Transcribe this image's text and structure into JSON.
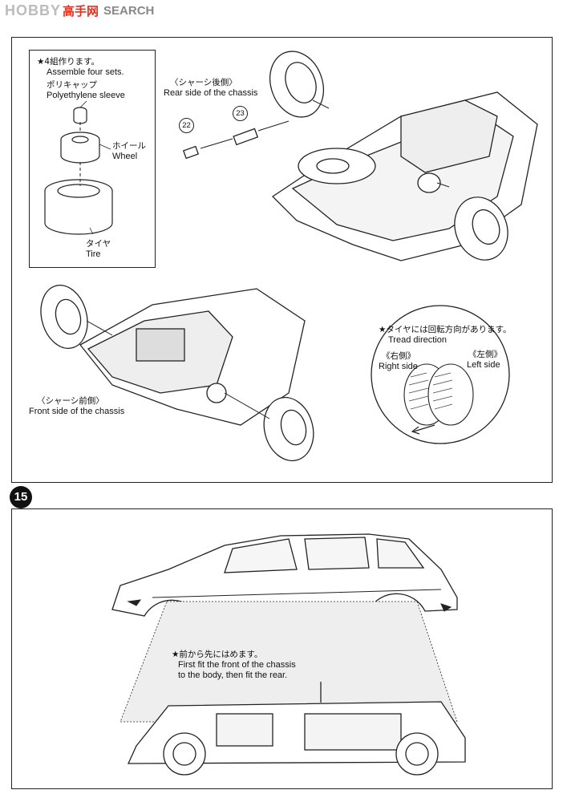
{
  "watermark": {
    "logo": "HOBBY",
    "cn": "高手网",
    "search": "SEARCH"
  },
  "step14": {
    "inset": {
      "star": "★4組作ります。",
      "star_en": "Assemble four sets.",
      "sleeve_jp": "ポリキャップ",
      "sleeve_en": "Polyethylene sleeve",
      "wheel_jp": "ホイール",
      "wheel_en": "Wheel",
      "tire_jp": "タイヤ",
      "tire_en": "Tire"
    },
    "rear_jp": "〈シャーシ後側〉",
    "rear_en": "Rear side of the chassis",
    "part22": "22",
    "part23": "23",
    "front_jp": "〈シャーシ前側〉",
    "front_en": "Front side of the chassis",
    "tread": {
      "star": "★タイヤには回転方向があります。",
      "en": "Tread direction",
      "right_jp": "《右側》",
      "right_en": "Right side",
      "left_jp": "《左側》",
      "left_en": "Left side"
    }
  },
  "step15": {
    "number": "15",
    "star": "★前から先にはめます。",
    "line1": "First fit the front of the chassis",
    "line2": "to the body, then fit the rear."
  }
}
